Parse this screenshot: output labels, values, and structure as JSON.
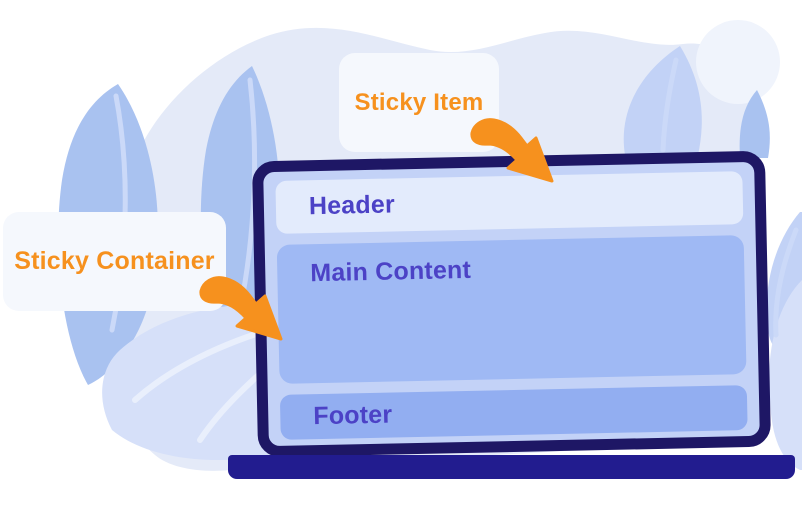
{
  "illustration": {
    "description": "Laptop diagram explaining sticky positioning",
    "laptop": {
      "header_label": "Header",
      "main_content_label": "Main Content",
      "footer_label": "Footer"
    },
    "callouts": {
      "sticky_item": "Sticky Item",
      "sticky_container": "Sticky Container"
    },
    "icons": {
      "sticky_item_arrow": "curved-arrow-down-right",
      "sticky_container_arrow": "curved-arrow-down-right"
    }
  },
  "colors": {
    "accent_orange": "#F6911E",
    "text_indigo": "#4C42C6",
    "frame_navy": "#1E1765",
    "base_navy": "#221C8F",
    "screen_bg": "#C3D2F7",
    "header_bg": "#E3EBFC",
    "main_bg": "#9FB9F4",
    "footer_bg": "#92AEF1",
    "card_bg": "#F5F8FD",
    "blob": "#E4EAF8",
    "blob_light": "#F0F4FC",
    "leaf_medium": "#A9C2F0",
    "leaf_light": "#C2D2F6",
    "leaf_pale": "#D6E0F9"
  }
}
